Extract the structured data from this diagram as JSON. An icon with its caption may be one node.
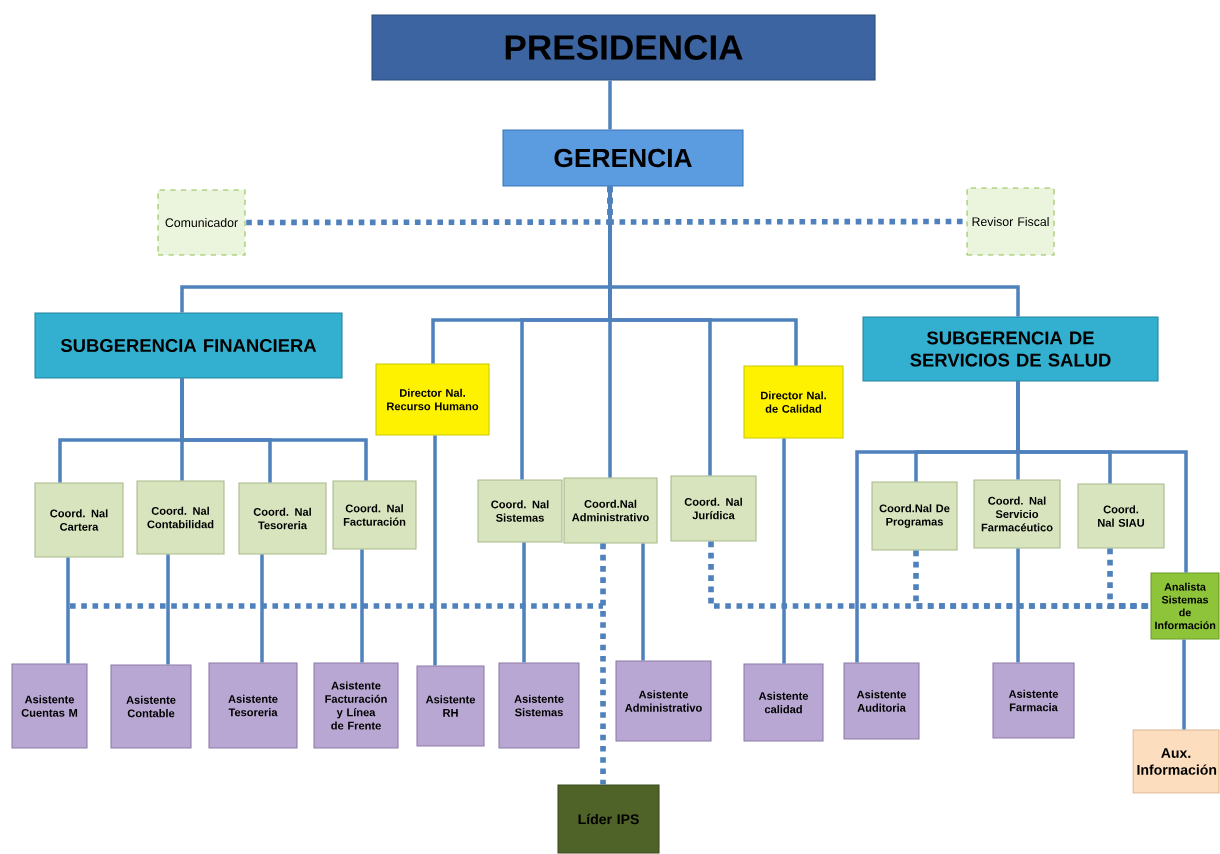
{
  "diagram": {
    "nodes": [
      {
        "text": [
          "PRESIDENCIA"
        ]
      },
      {
        "text": [
          "GERENCIA"
        ]
      },
      {
        "text": [
          "Comunicador"
        ]
      },
      {
        "text": [
          "Revisor Fiscal"
        ]
      },
      {
        "text": [
          "SUBGERENCIA FINANCIERA"
        ]
      },
      {
        "text": [
          "Director Nal. Recurso Humano"
        ]
      },
      {
        "text": [
          "Director Nal. de Calidad"
        ]
      },
      {
        "text": [
          "SUBGERENCIA DE SERVICIOS DE SALUD"
        ]
      },
      {
        "text": [
          "Coord. Nal Cartera"
        ]
      },
      {
        "text": [
          "Coord. Nal Contabilidad"
        ]
      },
      {
        "text": [
          "Coord. Nal Tesoreria"
        ]
      },
      {
        "text": [
          "Coord. Nal Facturación"
        ]
      },
      {
        "text": [
          "Coord. Nal Sistemas"
        ]
      },
      {
        "text": [
          "Coord.Nal Administrativo"
        ]
      },
      {
        "text": [
          "Coord. Nal Jurídica"
        ]
      },
      {
        "text": [
          "Coord.Nal De Programas"
        ]
      },
      {
        "text": [
          "Coord. Nal Servicio Farmacéutico"
        ]
      },
      {
        "text": [
          "Coord. Nal SIAU"
        ]
      },
      {
        "text": [
          "Analista Sistemas de Información"
        ]
      },
      {
        "text": [
          "Asistente Cuentas M"
        ]
      },
      {
        "text": [
          "Asistente Contable"
        ]
      },
      {
        "text": [
          "Asistente Tesoreria"
        ]
      },
      {
        "text": [
          "Asistente Facturación y Línea de Frente"
        ]
      },
      {
        "text": [
          "Asistente RH"
        ]
      },
      {
        "text": [
          "Asistente Sistemas"
        ]
      },
      {
        "text": [
          "Asistente Administrativo"
        ]
      },
      {
        "text": [
          "Asistente calidad"
        ]
      },
      {
        "text": [
          "Asistente Auditoria"
        ]
      },
      {
        "text": [
          "Asistente Farmacia"
        ]
      },
      {
        "text": [
          "Aux. Información"
        ]
      },
      {
        "text": [
          "Líder IPS"
        ]
      }
    ],
    "edges": [
      {
        "from": 0,
        "to": 1,
        "arrow": "none"
      },
      {
        "from": 1,
        "to": 2,
        "arrow": "none",
        "style": "dashed"
      },
      {
        "from": 1,
        "to": 3,
        "arrow": "none",
        "style": "dashed"
      },
      {
        "from": 1,
        "to": 4,
        "arrow": "none"
      },
      {
        "from": 1,
        "to": 5,
        "arrow": "none"
      },
      {
        "from": 1,
        "to": 12,
        "arrow": "none"
      },
      {
        "from": 1,
        "to": 13,
        "arrow": "none"
      },
      {
        "from": 1,
        "to": 14,
        "arrow": "none"
      },
      {
        "from": 1,
        "to": 6,
        "arrow": "none"
      },
      {
        "from": 1,
        "to": 7,
        "arrow": "none"
      },
      {
        "from": 4,
        "to": 8,
        "arrow": "none"
      },
      {
        "from": 4,
        "to": 9,
        "arrow": "none"
      },
      {
        "from": 4,
        "to": 10,
        "arrow": "none"
      },
      {
        "from": 4,
        "to": 11,
        "arrow": "none"
      },
      {
        "from": 7,
        "to": 27,
        "arrow": "none"
      },
      {
        "from": 7,
        "to": 15,
        "arrow": "none"
      },
      {
        "from": 7,
        "to": 16,
        "arrow": "none"
      },
      {
        "from": 7,
        "to": 17,
        "arrow": "none"
      },
      {
        "from": 7,
        "to": 18,
        "arrow": "none"
      },
      {
        "from": 8,
        "to": 19,
        "arrow": "none"
      },
      {
        "from": 9,
        "to": 20,
        "arrow": "none"
      },
      {
        "from": 10,
        "to": 21,
        "arrow": "none"
      },
      {
        "from": 11,
        "to": 22,
        "arrow": "none"
      },
      {
        "from": 5,
        "to": 23,
        "arrow": "none"
      },
      {
        "from": 12,
        "to": 24,
        "arrow": "none"
      },
      {
        "from": 13,
        "to": 25,
        "arrow": "none"
      },
      {
        "from": 6,
        "to": 26,
        "arrow": "none"
      },
      {
        "from": 16,
        "to": 28,
        "arrow": "none"
      },
      {
        "from": 18,
        "to": 29,
        "arrow": "none"
      },
      {
        "from": 13,
        "to": 30,
        "arrow": "none",
        "style": "dashed"
      },
      {
        "from": 14,
        "to": 18,
        "arrow": "none",
        "style": "dashed"
      },
      {
        "from": 15,
        "to": 18,
        "arrow": "none",
        "style": "dashed"
      },
      {
        "from": 17,
        "to": 18,
        "arrow": "none",
        "style": "dashed"
      }
    ]
  }
}
